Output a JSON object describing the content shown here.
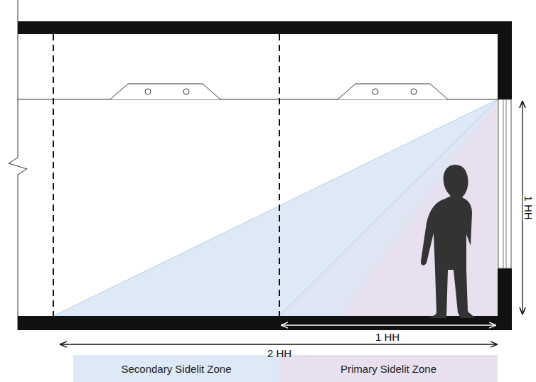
{
  "diagram": {
    "nodes": [
      {
        "text": [
          "Secondary Sidelit Zone"
        ]
      },
      {
        "text": [
          "Primary Sidelit Zone"
        ]
      }
    ],
    "labels": [
      "1 HH",
      "1 HH",
      "2 HH"
    ]
  }
}
